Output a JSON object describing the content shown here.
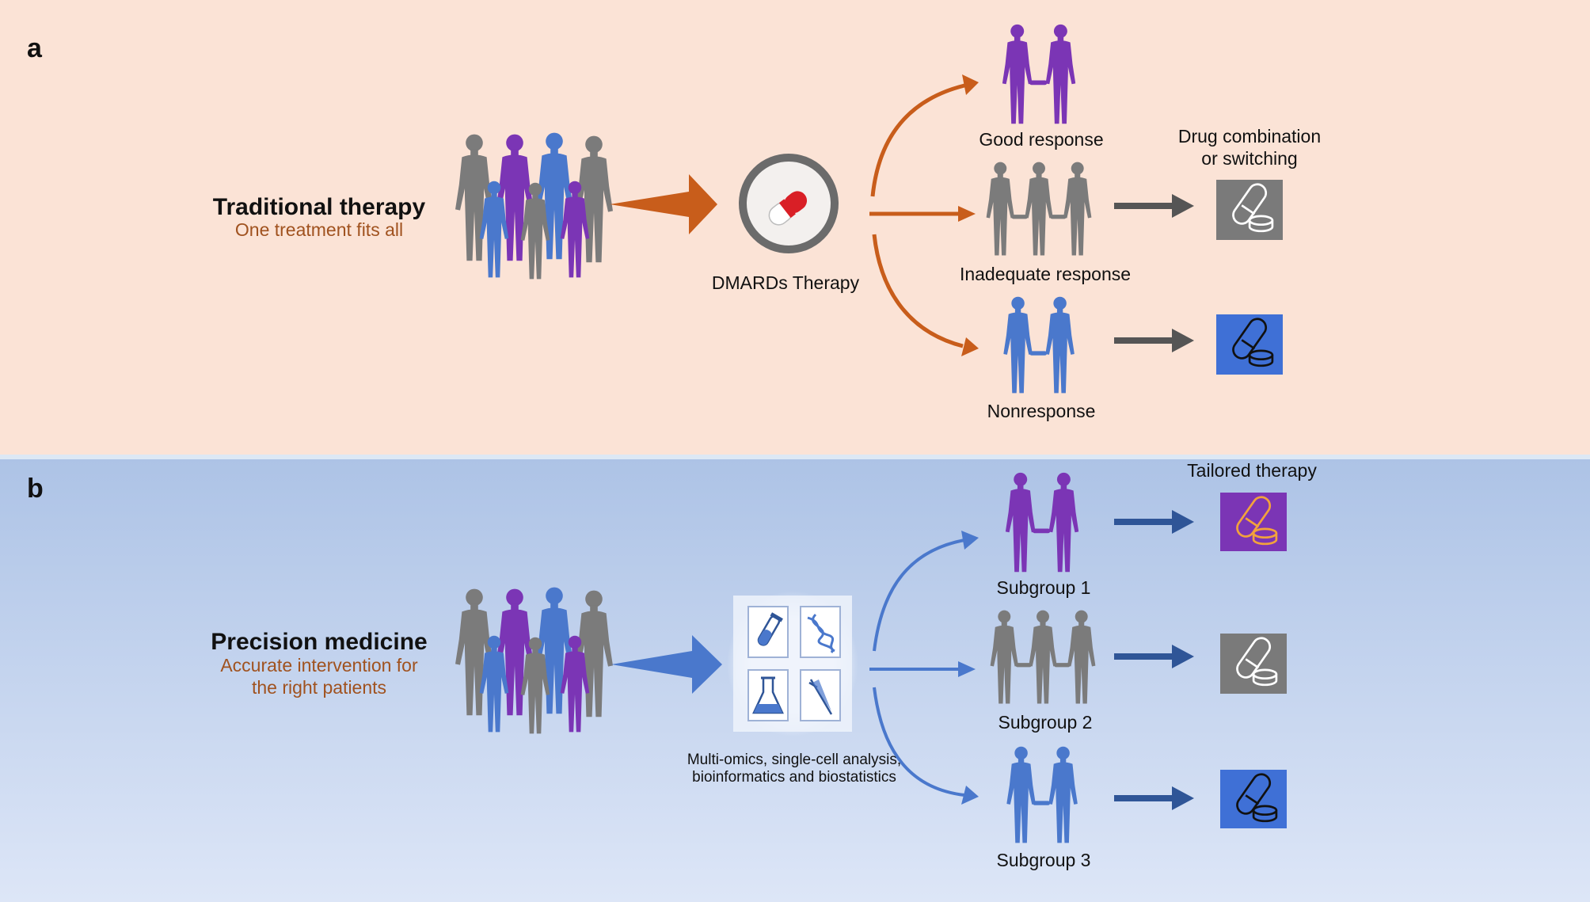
{
  "colors": {
    "panel_a_bg": "#fbe3d6",
    "panel_b_bg_top": "#adc3e6",
    "panel_b_bg_bottom": "#dde6f7",
    "orange_accent": "#c85d1b",
    "blue_accent": "#4a78cc",
    "dark_arrow": "#555555",
    "navy_arrow": "#2f5597",
    "subtitle_text": "#a0521f",
    "person_gray": "#777777",
    "person_purple": "#7b35b5",
    "person_blue": "#4a78cc",
    "drug_box_gray": "#7a7a7a",
    "drug_box_blue": "#3f70d6",
    "drug_box_purple": "#7b35b5",
    "drug_stroke_orange": "#f2a23c"
  },
  "panel_a": {
    "letter": "a",
    "title": "Traditional therapy",
    "subtitle": "One treatment fits all",
    "therapy_label": "DMARDs Therapy",
    "drug_label_line1": "Drug combination",
    "drug_label_line2": "or switching",
    "outcomes": [
      {
        "label": "Good response",
        "person_color": "purple"
      },
      {
        "label": "Inadequate response",
        "person_color": "gray",
        "drug_box": "gray"
      },
      {
        "label": "Nonresponse",
        "person_color": "blue",
        "drug_box": "blue"
      }
    ]
  },
  "panel_b": {
    "letter": "b",
    "title": "Precision medicine",
    "subtitle_line1": "Accurate intervention for",
    "subtitle_line2": "the right patients",
    "analysis_label_line1": "Multi-omics, single-cell analysis,",
    "analysis_label_line2": "bioinformatics and biostatistics",
    "analysis_icons": [
      "test-tube-icon",
      "dna-icon",
      "flask-icon",
      "pipette-icon"
    ],
    "tailored_label": "Tailored therapy",
    "subgroups": [
      {
        "label": "Subgroup 1",
        "person_color": "purple",
        "drug_box": "purple"
      },
      {
        "label": "Subgroup 2",
        "person_color": "gray",
        "drug_box": "gray"
      },
      {
        "label": "Subgroup 3",
        "person_color": "blue",
        "drug_box": "blue"
      }
    ]
  }
}
